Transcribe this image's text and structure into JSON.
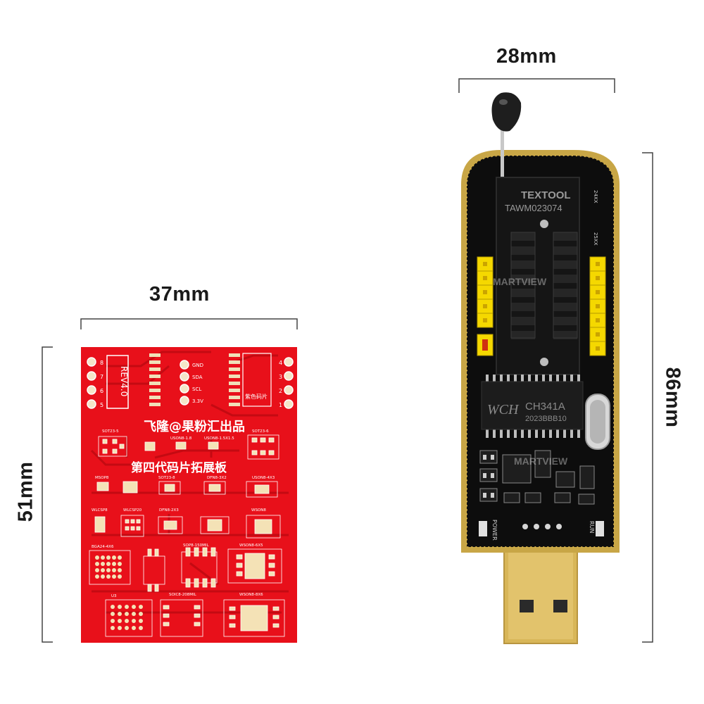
{
  "dimensions": {
    "red_board_width": "37mm",
    "red_board_height": "51mm",
    "programmer_width": "28mm",
    "programmer_height": "86mm"
  },
  "red_board": {
    "revision": "REV4.0",
    "credit_line": "飞隆@果粉汇出品",
    "title_line": "第四代码片拓展板",
    "pins": {
      "gnd": "GND",
      "sda": "SDA",
      "scl": "SCL",
      "v33": "3.3V"
    },
    "slot_label": "紫色码片",
    "footprints": [
      "SOT23-5",
      "USON8-1.8",
      "SOT23-6",
      "USON8-1.5X1.5",
      "MSOP8",
      "SOT23-8",
      "DFN8-3X2",
      "USON8-4X3",
      "WLCSP8",
      "WLCSP20",
      "DFN8-2X3",
      "WSON8",
      "BGA24-4X6",
      "SOP8-150MIL",
      "WSON8-6X5",
      "U3",
      "SOIC8-208MIL",
      "WSON8-8X6"
    ]
  },
  "programmer": {
    "socket_brand": "TEXTOOL",
    "socket_code": "TAWM023074",
    "chip_logo": "WCH",
    "chip_model": "CH341A",
    "chip_code": "2023BBB10",
    "power_label": "POWER",
    "run_label": "RUN",
    "eeprom_labels": [
      "24XX",
      "25XX"
    ]
  },
  "watermark": "MARTVIEW",
  "colors": {
    "red_pcb": "#e8101a",
    "black_pcb": "#0d0d0d",
    "gold": "#d4b04a",
    "yellow_header": "#f5d800"
  }
}
